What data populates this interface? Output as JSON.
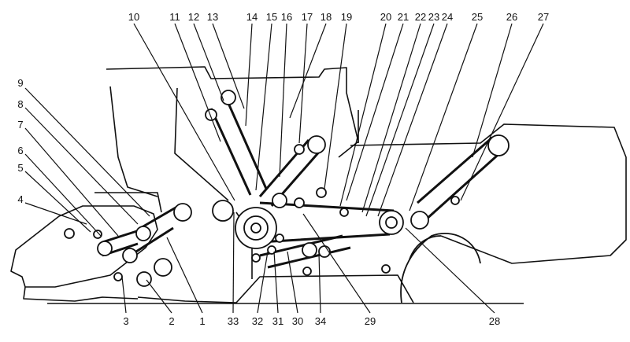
{
  "colors": {
    "ink": "#111111",
    "paper": "#ffffff"
  },
  "callouts": [
    {
      "id": "c1",
      "text": "1"
    },
    {
      "id": "c2",
      "text": "2"
    },
    {
      "id": "c3",
      "text": "3"
    },
    {
      "id": "c4",
      "text": "4"
    },
    {
      "id": "c5",
      "text": "5"
    },
    {
      "id": "c6",
      "text": "6"
    },
    {
      "id": "c7",
      "text": "7"
    },
    {
      "id": "c8",
      "text": "8"
    },
    {
      "id": "c9",
      "text": "9"
    },
    {
      "id": "c10",
      "text": "10"
    },
    {
      "id": "c11",
      "text": "11"
    },
    {
      "id": "c12",
      "text": "12"
    },
    {
      "id": "c13",
      "text": "13"
    },
    {
      "id": "c14",
      "text": "14"
    },
    {
      "id": "c15",
      "text": "15"
    },
    {
      "id": "c16",
      "text": "16"
    },
    {
      "id": "c17",
      "text": "17"
    },
    {
      "id": "c18",
      "text": "18"
    },
    {
      "id": "c19",
      "text": "19"
    },
    {
      "id": "c20",
      "text": "20"
    },
    {
      "id": "c21",
      "text": "21"
    },
    {
      "id": "c22",
      "text": "22"
    },
    {
      "id": "c23",
      "text": "23"
    },
    {
      "id": "c24",
      "text": "24"
    },
    {
      "id": "c25",
      "text": "25"
    },
    {
      "id": "c26",
      "text": "26"
    },
    {
      "id": "c27",
      "text": "27"
    },
    {
      "id": "c28",
      "text": "28"
    },
    {
      "id": "c29",
      "text": "29"
    },
    {
      "id": "c30",
      "text": "30"
    },
    {
      "id": "c31",
      "text": "31"
    },
    {
      "id": "c32",
      "text": "32"
    },
    {
      "id": "c33",
      "text": "33"
    },
    {
      "id": "c34",
      "text": "34"
    }
  ]
}
